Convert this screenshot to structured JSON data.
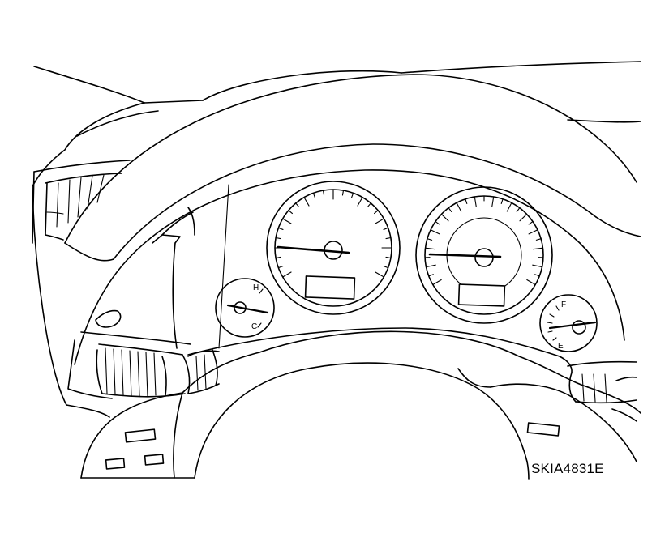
{
  "figure": {
    "reference_code": "SKIA4831E",
    "temp_gauge": {
      "high_label": "H",
      "cold_label": "C"
    },
    "fuel_gauge": {
      "full_label": "F",
      "empty_label": "E"
    }
  },
  "colors": {
    "line": "#000000",
    "background": "#ffffff"
  }
}
